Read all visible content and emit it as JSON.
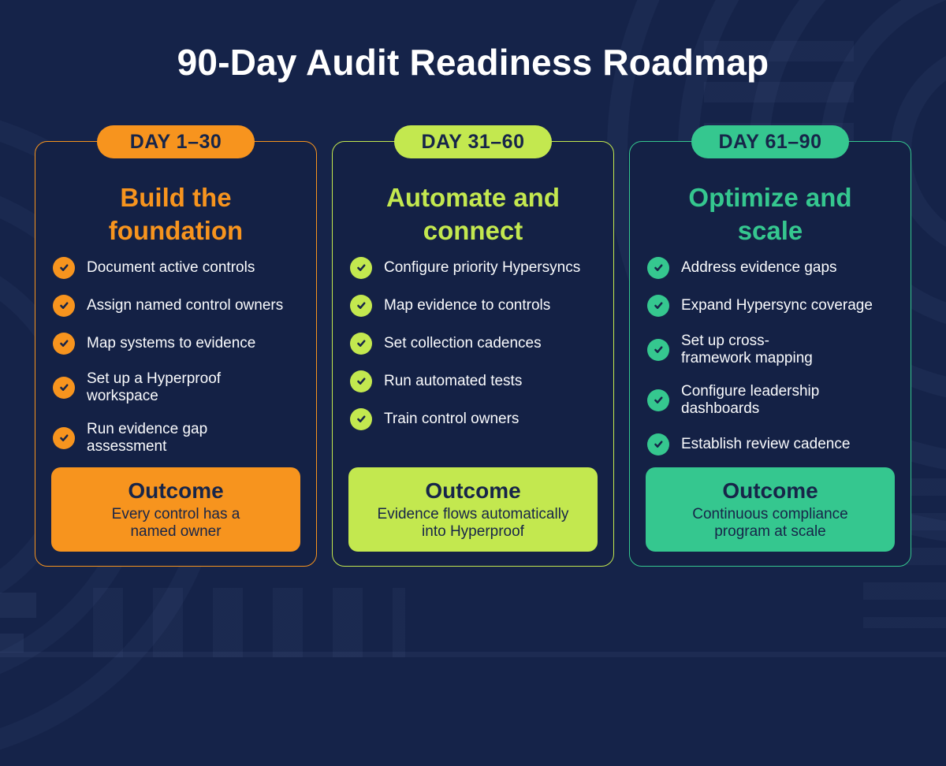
{
  "page": {
    "title": "90-Day Audit Readiness Roadmap"
  },
  "colors": {
    "background": "#152349",
    "dark_navy_text": "#172549",
    "item_text": "#FAFBFD",
    "orange": "#F7941E",
    "lime": "#C3E84F",
    "teal": "#35C78F"
  },
  "icons": {
    "check_icon": "✓"
  },
  "columns": [
    {
      "badge": "DAY 1–30",
      "title": "Build the\nfoundation",
      "accent": "#F7941E",
      "items": [
        "Document active controls",
        "Assign named control owners",
        "Map systems to evidence",
        "Set up a Hyperproof\nworkspace",
        "Run evidence gap\nassessment"
      ],
      "outcome_label": "Outcome",
      "outcome_text": "Every control has a\nnamed owner"
    },
    {
      "badge": "DAY 31–60",
      "title": "Automate and\nconnect",
      "accent": "#C3E84F",
      "items": [
        "Configure priority Hypersyncs",
        "Map evidence to controls",
        "Set collection cadences",
        "Run automated tests",
        "Train control owners"
      ],
      "outcome_label": "Outcome",
      "outcome_text": "Evidence flows automatically\ninto Hyperproof"
    },
    {
      "badge": "DAY 61–90",
      "title": "Optimize and\nscale",
      "accent": "#35C78F",
      "items": [
        "Address evidence gaps",
        "Expand Hypersync coverage",
        "Set up cross-\nframework mapping",
        "Configure leadership\ndashboards",
        "Establish review cadence"
      ],
      "outcome_label": "Outcome",
      "outcome_text": "Continuous compliance\nprogram at scale"
    }
  ]
}
